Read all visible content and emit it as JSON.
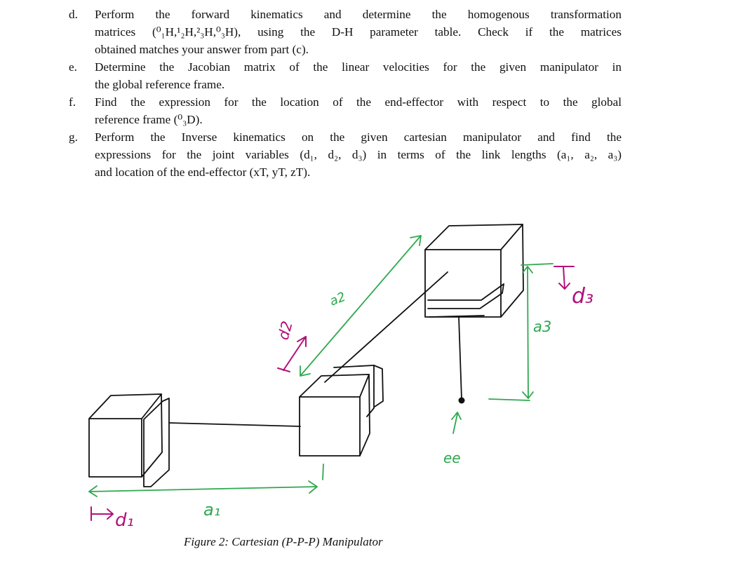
{
  "items": [
    {
      "marker": "d.",
      "lines": [
        "Perform the forward kinematics and determine the homogenous transformation",
        "matrices (⁰₁H,¹₂H,²₃H,⁰₃H), using the D-H parameter table. Check if the matrices",
        "obtained matches your answer from part (c)."
      ]
    },
    {
      "marker": "e.",
      "lines": [
        "Determine the Jacobian matrix of the linear velocities for the given manipulator in",
        "the global reference frame."
      ]
    },
    {
      "marker": "f.",
      "lines": [
        "Find the expression for the location of the end-effector with respect to the global",
        "reference frame (⁰₃D)."
      ]
    },
    {
      "marker": "g.",
      "lines": [
        "Perform the Inverse kinematics on the given cartesian manipulator and find the",
        "expressions for the joint variables (d₁, d₂, d₃) in terms of the link lengths (a₁, a₂, a₃)",
        "and location of the end-effector (xT, yT, zT)."
      ]
    }
  ],
  "figure": {
    "caption": "Figure 2: Cartesian (P-P-P) Manipulator",
    "labels": {
      "d1": "d₁",
      "a1": "a₁",
      "d2": "d2",
      "a2": "a2",
      "a3": "a3",
      "d3": "d₃",
      "ee": "ee"
    },
    "colors": {
      "green": "#2fa84f",
      "magenta": "#b0127a",
      "ink": "#111111"
    }
  }
}
